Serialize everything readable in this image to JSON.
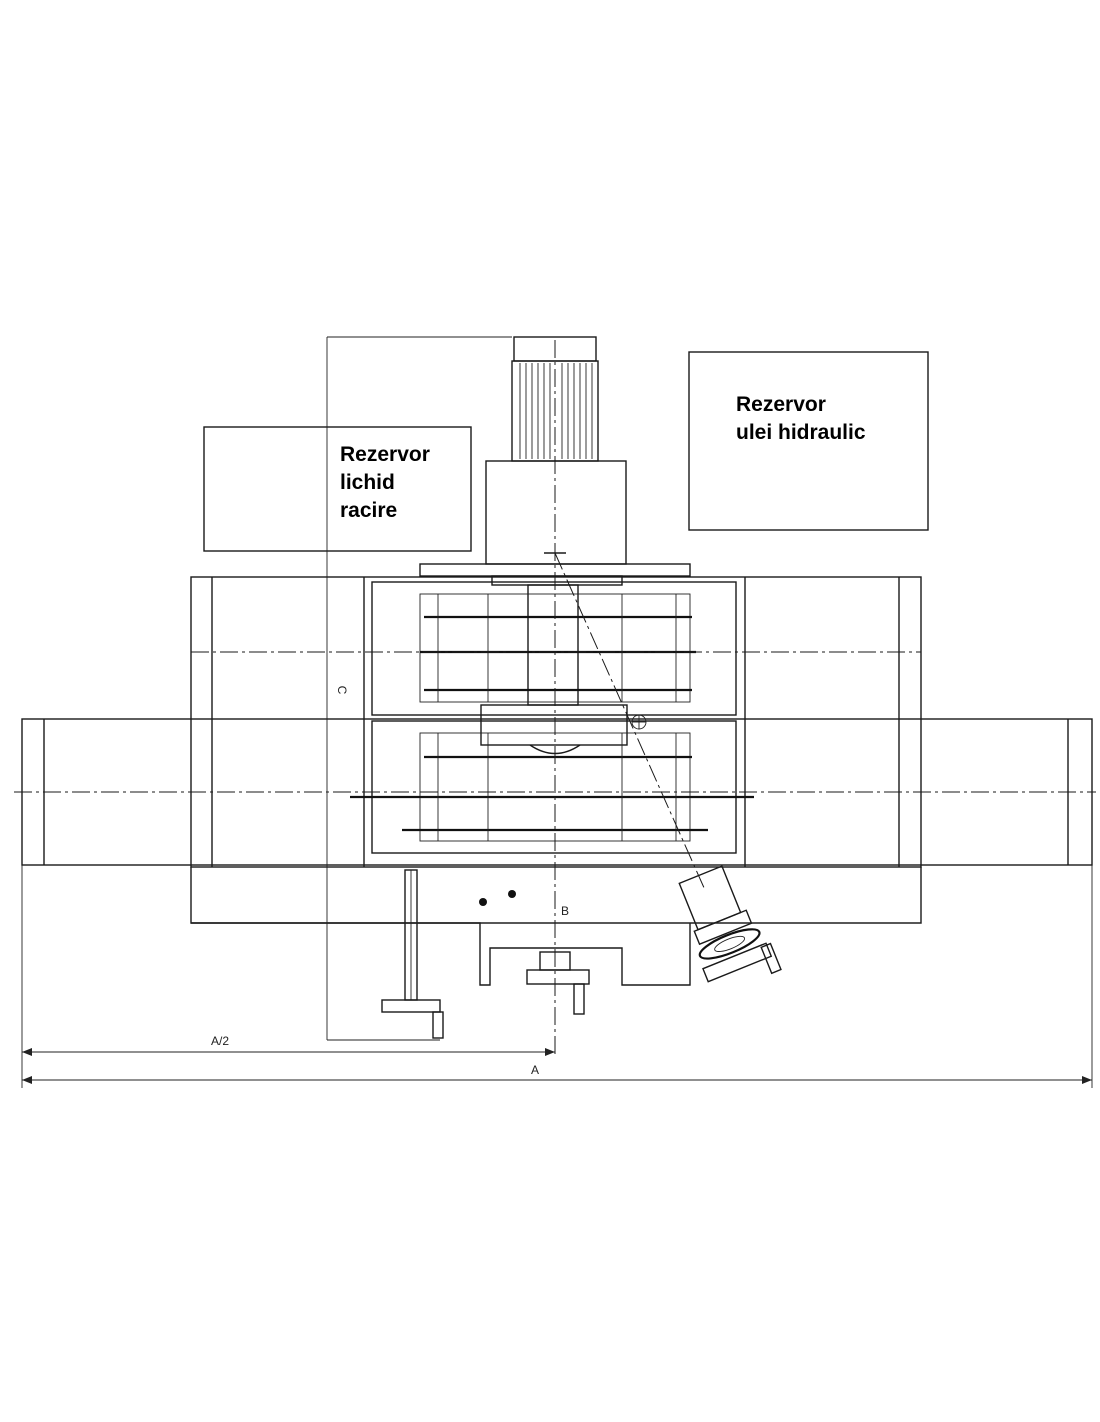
{
  "labels": {
    "coolant_tank": [
      "Rezervor",
      "lichid",
      "racire"
    ],
    "hydraulic_tank": [
      "Rezervor",
      "ulei hidraulic"
    ]
  },
  "dimensions": {
    "half_width": "A/2",
    "full_width": "A",
    "base_width": "B",
    "height": "C"
  }
}
